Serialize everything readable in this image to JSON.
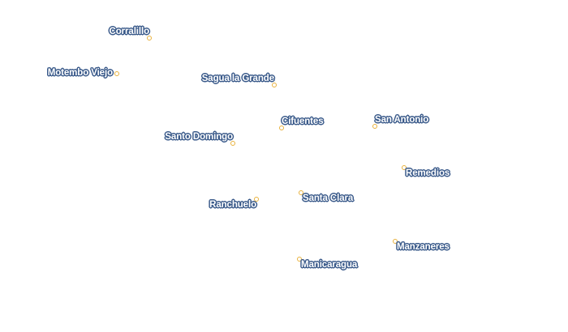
{
  "map": {
    "colors": {
      "label_fill": "#ffffff",
      "label_halo": "#3a5a8a",
      "marker_stroke": "#e8b13c",
      "background": "#ffffff"
    },
    "places": [
      {
        "id": "corralillo",
        "name": "Corralillo"
      },
      {
        "id": "motembo-viejo",
        "name": "Motembo Viejo"
      },
      {
        "id": "sagua-la-grande",
        "name": "Sagua la Grande"
      },
      {
        "id": "cifuentes",
        "name": "Cifuentes"
      },
      {
        "id": "san-antonio",
        "name": "San Antonio"
      },
      {
        "id": "santo-domingo",
        "name": "Santo Domingo"
      },
      {
        "id": "remedios",
        "name": "Remedios"
      },
      {
        "id": "santa-clara",
        "name": "Santa Clara"
      },
      {
        "id": "ranchuelo",
        "name": "Ranchuelo"
      },
      {
        "id": "manzaneres",
        "name": "Manzaneres"
      },
      {
        "id": "manicaragua",
        "name": "Manicaragua"
      }
    ]
  }
}
